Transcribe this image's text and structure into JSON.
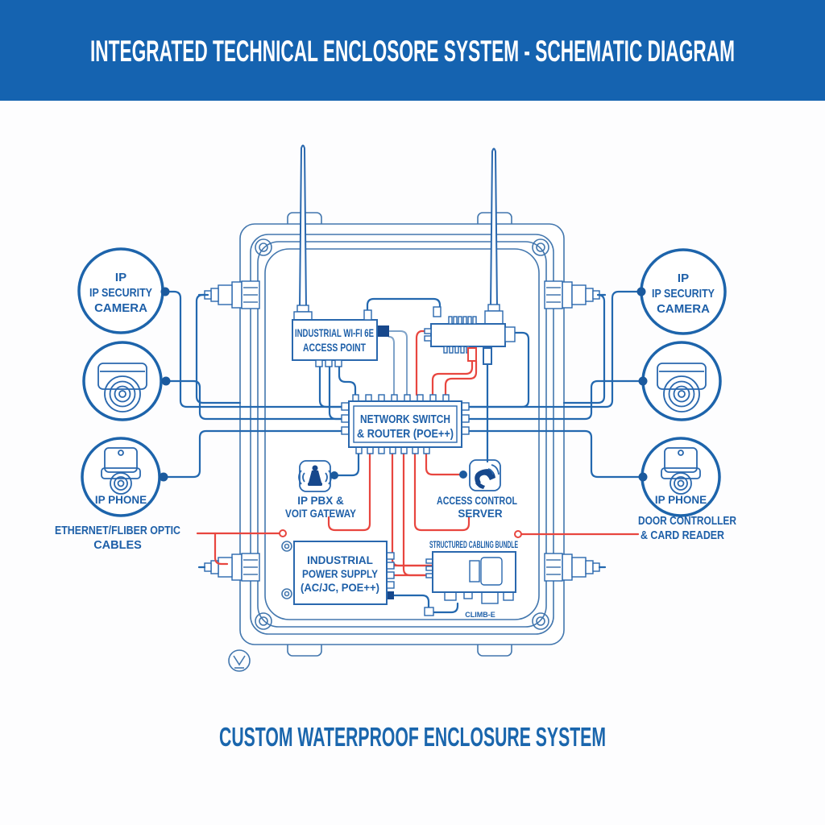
{
  "colors": {
    "header_bg": "#1563b0",
    "line_blue": "#2368af",
    "wire_red": "#e8463f",
    "text_blue": "#1d5fa8",
    "navy": "#17488c"
  },
  "header": {
    "title": "INTEGRATED TECHNICAL ENCLOSORE SYSTEM - SCHEMATIC DIAGRAM"
  },
  "footer": {
    "title": "CUSTOM WATERPROOF ENCLOSURE SYSTEM"
  },
  "peripherals": {
    "camera_label": {
      "line1": "IP",
      "line2": "IP SECURITY",
      "line3": "CAMERA"
    },
    "phone_label": "IP PHONE"
  },
  "side_labels": {
    "cables": {
      "line1": "ETHERNET/FLIBER OPTIC",
      "line2": "CABLES"
    },
    "door": {
      "line1": "DOOR CONTROLLER",
      "line2": "& CARD READER"
    }
  },
  "components": {
    "access_point": {
      "line1": "INDUSTRIAL WI-FI 6E",
      "line2": "ACCESS POINT"
    },
    "network_switch": {
      "line1": "NETWORK SWITCH",
      "line2": "& ROUTER (POE++)"
    },
    "pbx": {
      "line1": "IP PBX &",
      "line2": "VOIT GATEWAY"
    },
    "access_control": {
      "line1": "ACCESS CONTROL",
      "line2": "SERVER"
    },
    "power_supply": {
      "line1": "INDUSTRIAL",
      "line2": "POWER SUPPLY",
      "line3": "(AC/JC, POE++)"
    },
    "cabling": {
      "label": "STRUCTURED CABLING BUNDLE",
      "sub_label": "CLIMB-E"
    }
  }
}
